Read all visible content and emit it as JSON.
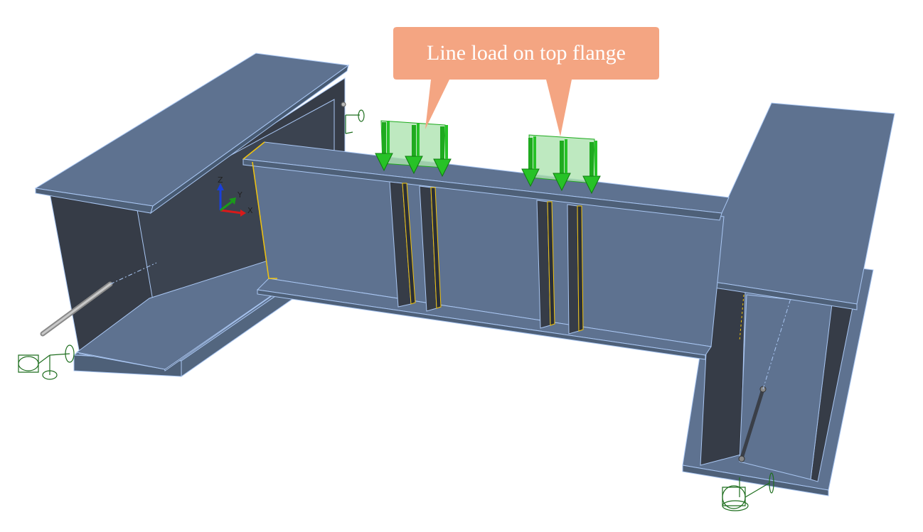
{
  "callout": {
    "text": "Line load on top flange",
    "fill": "#F4A582"
  },
  "triad": {
    "z": "Z",
    "y": "Y",
    "x": "X"
  },
  "colors": {
    "steel_light": "#5E7290",
    "steel_dark": "#363C47",
    "edge": "#A9C6F2",
    "selection": "#F2C40C",
    "load": "#1FAA1F",
    "load_fill": "#AEE4B0",
    "boundary": "#1E6E1E"
  }
}
